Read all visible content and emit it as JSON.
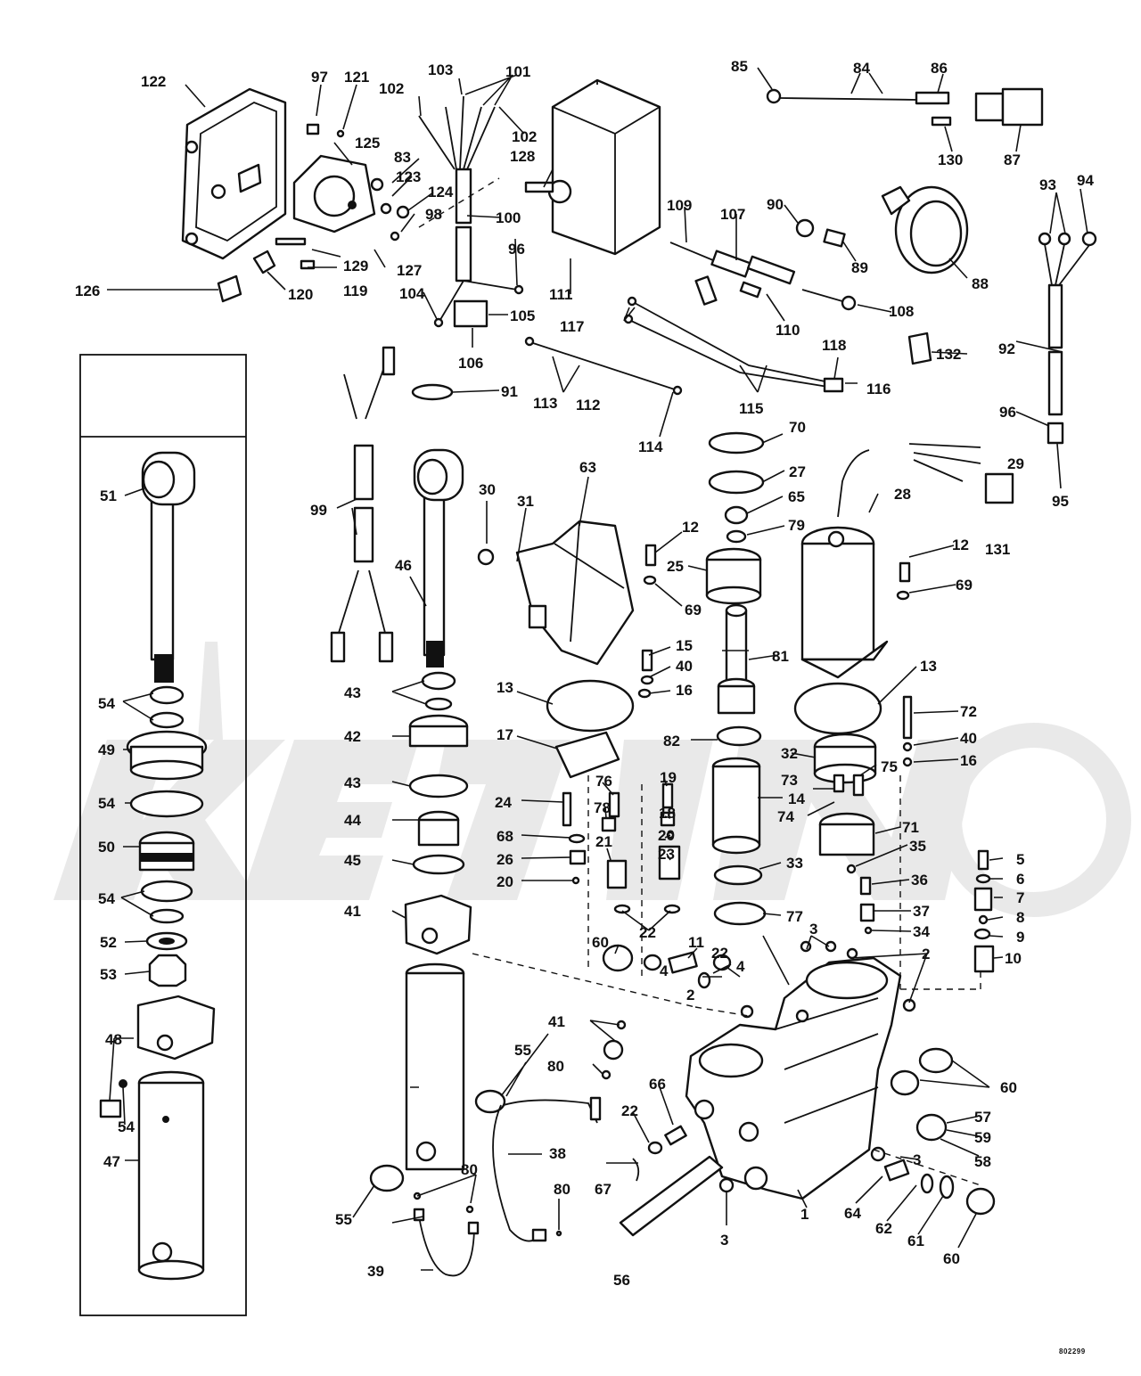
{
  "callouts": [
    {
      "id": "c1",
      "text": "1"
    },
    {
      "id": "c2a",
      "text": "2"
    },
    {
      "id": "c2b",
      "text": "2"
    },
    {
      "id": "c3a",
      "text": "3"
    },
    {
      "id": "c3b",
      "text": "3"
    },
    {
      "id": "c3c",
      "text": "3"
    },
    {
      "id": "c4a",
      "text": "4"
    },
    {
      "id": "c4b",
      "text": "4"
    },
    {
      "id": "c5",
      "text": "5"
    },
    {
      "id": "c6",
      "text": "6"
    },
    {
      "id": "c7",
      "text": "7"
    },
    {
      "id": "c8",
      "text": "8"
    },
    {
      "id": "c9",
      "text": "9"
    },
    {
      "id": "c10",
      "text": "10"
    },
    {
      "id": "c11",
      "text": "11"
    },
    {
      "id": "c12a",
      "text": "12"
    },
    {
      "id": "c12b",
      "text": "12"
    },
    {
      "id": "c13a",
      "text": "13"
    },
    {
      "id": "c13b",
      "text": "13"
    },
    {
      "id": "c14",
      "text": "14"
    },
    {
      "id": "c15",
      "text": "15"
    },
    {
      "id": "c16a",
      "text": "16"
    },
    {
      "id": "c16b",
      "text": "16"
    },
    {
      "id": "c17",
      "text": "17"
    },
    {
      "id": "c18",
      "text": "18"
    },
    {
      "id": "c19",
      "text": "19"
    },
    {
      "id": "c20a",
      "text": "20"
    },
    {
      "id": "c20b",
      "text": "20"
    },
    {
      "id": "c21",
      "text": "21"
    },
    {
      "id": "c22a",
      "text": "22"
    },
    {
      "id": "c22b",
      "text": "22"
    },
    {
      "id": "c22c",
      "text": "22"
    },
    {
      "id": "c23",
      "text": "23"
    },
    {
      "id": "c24",
      "text": "24"
    },
    {
      "id": "c25",
      "text": "25"
    },
    {
      "id": "c26",
      "text": "26"
    },
    {
      "id": "c27",
      "text": "27"
    },
    {
      "id": "c28",
      "text": "28"
    },
    {
      "id": "c29",
      "text": "29"
    },
    {
      "id": "c30",
      "text": "30"
    },
    {
      "id": "c31",
      "text": "31"
    },
    {
      "id": "c32",
      "text": "32"
    },
    {
      "id": "c33",
      "text": "33"
    },
    {
      "id": "c34",
      "text": "34"
    },
    {
      "id": "c35",
      "text": "35"
    },
    {
      "id": "c36",
      "text": "36"
    },
    {
      "id": "c37",
      "text": "37"
    },
    {
      "id": "c38",
      "text": "38"
    },
    {
      "id": "c39",
      "text": "39"
    },
    {
      "id": "c40a",
      "text": "40"
    },
    {
      "id": "c40b",
      "text": "40"
    },
    {
      "id": "c41a",
      "text": "41"
    },
    {
      "id": "c41b",
      "text": "41"
    },
    {
      "id": "c42",
      "text": "42"
    },
    {
      "id": "c43a",
      "text": "43"
    },
    {
      "id": "c43b",
      "text": "43"
    },
    {
      "id": "c44",
      "text": "44"
    },
    {
      "id": "c45",
      "text": "45"
    },
    {
      "id": "c46",
      "text": "46"
    },
    {
      "id": "c47",
      "text": "47"
    },
    {
      "id": "c48",
      "text": "48"
    },
    {
      "id": "c49",
      "text": "49"
    },
    {
      "id": "c50",
      "text": "50"
    },
    {
      "id": "c51",
      "text": "51"
    },
    {
      "id": "c52",
      "text": "52"
    },
    {
      "id": "c53",
      "text": "53"
    },
    {
      "id": "c54a",
      "text": "54"
    },
    {
      "id": "c54b",
      "text": "54"
    },
    {
      "id": "c54c",
      "text": "54"
    },
    {
      "id": "c54d",
      "text": "54"
    },
    {
      "id": "c55a",
      "text": "55"
    },
    {
      "id": "c55b",
      "text": "55"
    },
    {
      "id": "c56",
      "text": "56"
    },
    {
      "id": "c57",
      "text": "57"
    },
    {
      "id": "c58",
      "text": "58"
    },
    {
      "id": "c59",
      "text": "59"
    },
    {
      "id": "c60a",
      "text": "60"
    },
    {
      "id": "c60b",
      "text": "60"
    },
    {
      "id": "c60c",
      "text": "60"
    },
    {
      "id": "c61",
      "text": "61"
    },
    {
      "id": "c62",
      "text": "62"
    },
    {
      "id": "c63",
      "text": "63"
    },
    {
      "id": "c64",
      "text": "64"
    },
    {
      "id": "c65",
      "text": "65"
    },
    {
      "id": "c66",
      "text": "66"
    },
    {
      "id": "c67",
      "text": "67"
    },
    {
      "id": "c68",
      "text": "68"
    },
    {
      "id": "c69a",
      "text": "69"
    },
    {
      "id": "c69b",
      "text": "69"
    },
    {
      "id": "c70",
      "text": "70"
    },
    {
      "id": "c71",
      "text": "71"
    },
    {
      "id": "c72",
      "text": "72"
    },
    {
      "id": "c73",
      "text": "73"
    },
    {
      "id": "c74",
      "text": "74"
    },
    {
      "id": "c75",
      "text": "75"
    },
    {
      "id": "c76",
      "text": "76"
    },
    {
      "id": "c77",
      "text": "77"
    },
    {
      "id": "c78",
      "text": "78"
    },
    {
      "id": "c79",
      "text": "79"
    },
    {
      "id": "c80a",
      "text": "80"
    },
    {
      "id": "c80b",
      "text": "80"
    },
    {
      "id": "c80c",
      "text": "80"
    },
    {
      "id": "c81",
      "text": "81"
    },
    {
      "id": "c82",
      "text": "82"
    },
    {
      "id": "c83",
      "text": "83"
    },
    {
      "id": "c84",
      "text": "84"
    },
    {
      "id": "c85",
      "text": "85"
    },
    {
      "id": "c86",
      "text": "86"
    },
    {
      "id": "c87",
      "text": "87"
    },
    {
      "id": "c88",
      "text": "88"
    },
    {
      "id": "c89",
      "text": "89"
    },
    {
      "id": "c90",
      "text": "90"
    },
    {
      "id": "c91",
      "text": "91"
    },
    {
      "id": "c92",
      "text": "92"
    },
    {
      "id": "c93",
      "text": "93"
    },
    {
      "id": "c94",
      "text": "94"
    },
    {
      "id": "c95",
      "text": "95"
    },
    {
      "id": "c96a",
      "text": "96"
    },
    {
      "id": "c96b",
      "text": "96"
    },
    {
      "id": "c97",
      "text": "97"
    },
    {
      "id": "c98",
      "text": "98"
    },
    {
      "id": "c99",
      "text": "99"
    },
    {
      "id": "c100",
      "text": "100"
    },
    {
      "id": "c101",
      "text": "101"
    },
    {
      "id": "c102a",
      "text": "102"
    },
    {
      "id": "c102b",
      "text": "102"
    },
    {
      "id": "c103",
      "text": "103"
    },
    {
      "id": "c104",
      "text": "104"
    },
    {
      "id": "c105",
      "text": "105"
    },
    {
      "id": "c106",
      "text": "106"
    },
    {
      "id": "c107",
      "text": "107"
    },
    {
      "id": "c108",
      "text": "108"
    },
    {
      "id": "c109",
      "text": "109"
    },
    {
      "id": "c110",
      "text": "110"
    },
    {
      "id": "c111",
      "text": "111"
    },
    {
      "id": "c112",
      "text": "112"
    },
    {
      "id": "c113",
      "text": "113"
    },
    {
      "id": "c114",
      "text": "114"
    },
    {
      "id": "c115",
      "text": "115"
    },
    {
      "id": "c116",
      "text": "116"
    },
    {
      "id": "c117",
      "text": "117"
    },
    {
      "id": "c118",
      "text": "118"
    },
    {
      "id": "c119",
      "text": "119"
    },
    {
      "id": "c120",
      "text": "120"
    },
    {
      "id": "c121",
      "text": "121"
    },
    {
      "id": "c122",
      "text": "122"
    },
    {
      "id": "c123",
      "text": "123"
    },
    {
      "id": "c124",
      "text": "124"
    },
    {
      "id": "c125",
      "text": "125"
    },
    {
      "id": "c126",
      "text": "126"
    },
    {
      "id": "c127",
      "text": "127"
    },
    {
      "id": "c128",
      "text": "128"
    },
    {
      "id": "c129",
      "text": "129"
    },
    {
      "id": "c130",
      "text": "130"
    },
    {
      "id": "c131",
      "text": "131"
    },
    {
      "id": "c132",
      "text": "132"
    }
  ],
  "drawing_code": "802299",
  "watermark": {
    "text": "MOTO",
    "color": "#e7e7e7"
  },
  "colors": {
    "ink": "#111111",
    "paper": "#ffffff"
  }
}
